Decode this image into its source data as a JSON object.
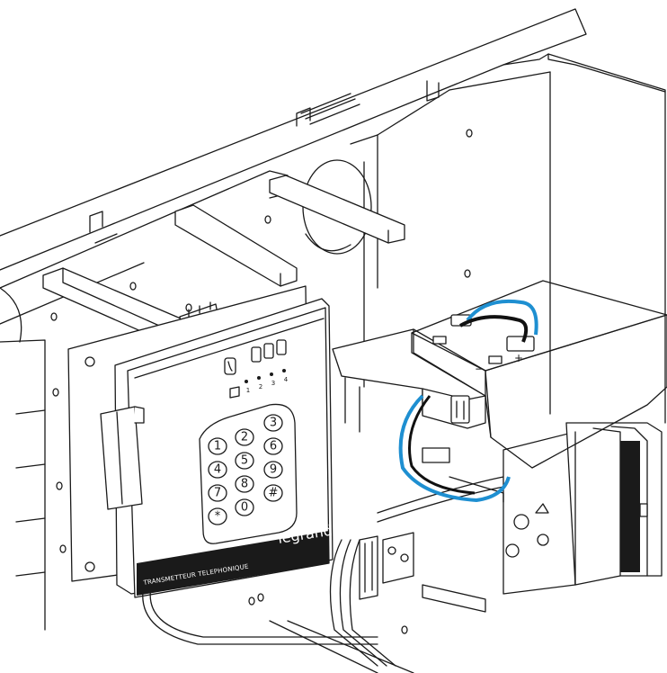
{
  "device": {
    "brand": "legrand",
    "label": "TRANSMETTEUR TELEPHONIQUE",
    "keys": [
      "1",
      "2",
      "3",
      "4",
      "5",
      "6",
      "7",
      "8",
      "9",
      "*",
      "0",
      "#"
    ],
    "led_numbers": [
      "1",
      "2",
      "3",
      "4"
    ]
  },
  "battery": {
    "color": "#cfe8f3",
    "terminal_plus": "+",
    "terminal_minus": "−"
  },
  "colors": {
    "cable_blue": "#1e8fd1",
    "cable_black": "#111111",
    "ink": "#1a1a1a"
  }
}
